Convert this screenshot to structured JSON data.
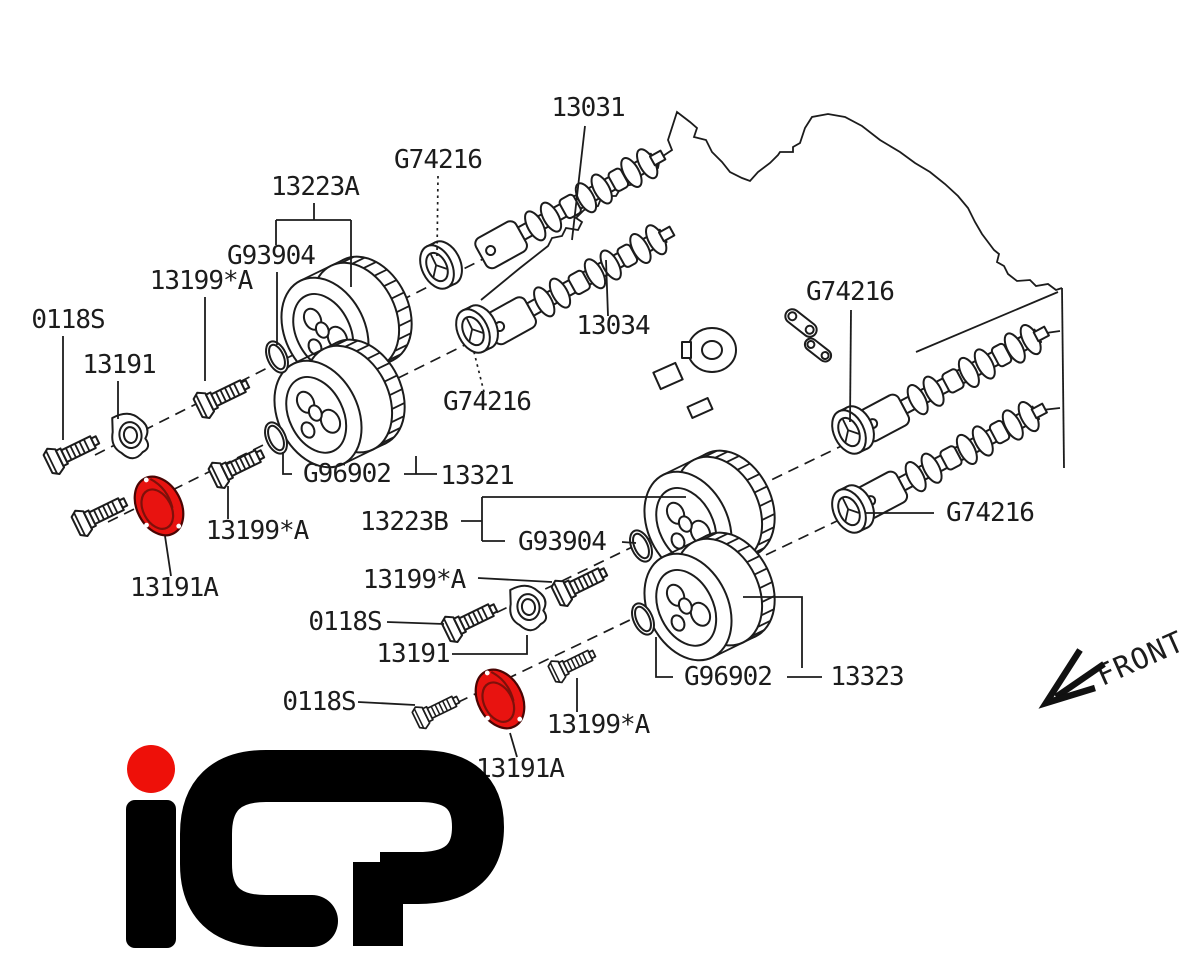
{
  "diagram": {
    "title": "camshaft-timing-parts-diagram",
    "part_labels": [
      {
        "text": "13031"
      },
      {
        "text": "G74216"
      },
      {
        "text": "13223A"
      },
      {
        "text": "G93904"
      },
      {
        "text": "13199*A"
      },
      {
        "text": "0118S"
      },
      {
        "text": "13191"
      },
      {
        "text": "13034"
      },
      {
        "text": "G74216"
      },
      {
        "text": "G74216"
      },
      {
        "text": "G96902"
      },
      {
        "text": "13321"
      },
      {
        "text": "13223B"
      },
      {
        "text": "G93904"
      },
      {
        "text": "G74216"
      },
      {
        "text": "13199*A"
      },
      {
        "text": "13191A"
      },
      {
        "text": "13199*A"
      },
      {
        "text": "0118S"
      },
      {
        "text": "13191"
      },
      {
        "text": "G96902"
      },
      {
        "text": "13323"
      },
      {
        "text": "0118S"
      },
      {
        "text": "13199*A"
      },
      {
        "text": "13191A"
      }
    ],
    "front_label": "FRONT",
    "highlight_color": "#e81310",
    "line_color": "#1c1c1c"
  },
  "logo": {
    "text": "iCP",
    "dot_color": "#ee1009",
    "letter_color": "#000000"
  }
}
